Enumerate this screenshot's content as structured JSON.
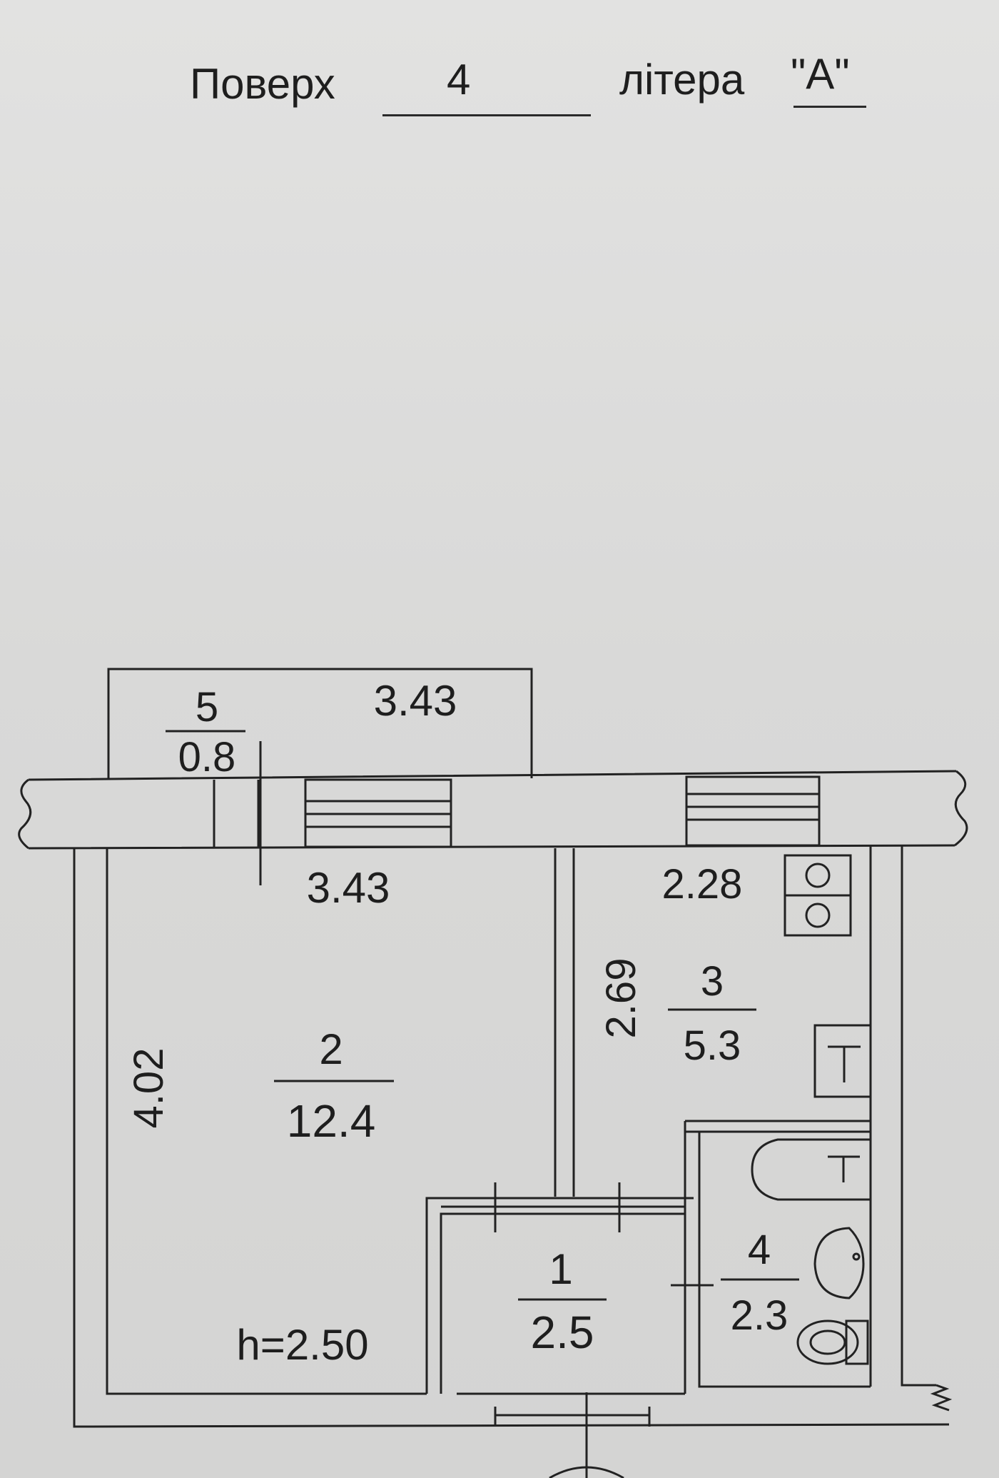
{
  "header": {
    "floor_label": "Поверх",
    "floor_value": "4",
    "letter_label": "літера",
    "letter_value": "\"A\""
  },
  "rooms": [
    {
      "number": "1",
      "area": "2.5"
    },
    {
      "number": "2",
      "area": "12.4"
    },
    {
      "number": "3",
      "area": "5.3"
    },
    {
      "number": "4",
      "area": "2.3"
    },
    {
      "number": "5",
      "area": "0.8"
    }
  ],
  "dimensions": {
    "balcony_length": "3.43",
    "room2_width": "3.43",
    "room2_depth": "4.02",
    "room3_width": "2.28",
    "room3_depth": "2.69",
    "ceiling_height": "h=2.50"
  },
  "fixtures": [
    "stove-icon",
    "sink-icon",
    "bathtub-icon",
    "washbasin-icon",
    "toilet-icon"
  ]
}
